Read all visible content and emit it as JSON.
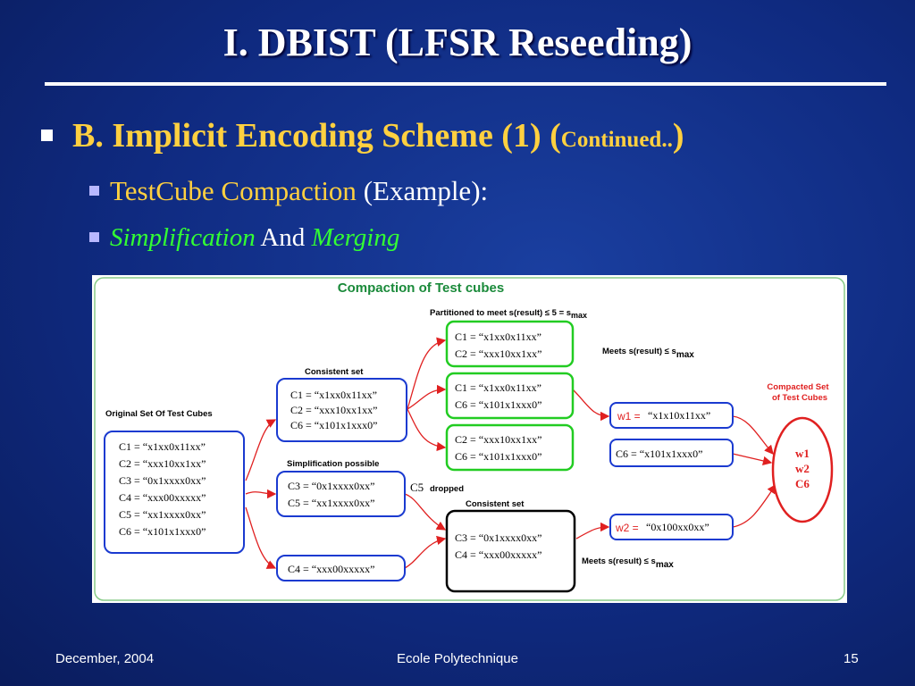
{
  "slide": {
    "title": "I. DBIST (LFSR Reseeding)",
    "bullet1_main": "B. Implicit Encoding Scheme (1) (",
    "bullet1_small": "Continued..",
    "bullet1_close": ")",
    "sub1_a": "TestCube Compaction",
    "sub1_b": " (Example):",
    "sub2_a": "Simplification",
    "sub2_b": " And ",
    "sub2_c": "Merging"
  },
  "diagram": {
    "title": "Compaction of Test cubes",
    "label_original": "Original Set Of Test Cubes",
    "label_consistent_1": "Consistent set",
    "label_simplification": "Simplification possible",
    "label_consistent_2": "Consistent set",
    "label_partitioned": "Partitioned to meet s(result) ≤ 5 = s",
    "label_partitioned_sub": "max",
    "label_meets_1": "Meets s(result) ≤ s",
    "label_meets_1_sub": "max",
    "label_meets_2": "Meets s(result) ≤ s",
    "label_meets_2_sub": "max",
    "label_c5_dropped": "C5",
    "label_dropped": "dropped",
    "label_compacted_1": "Compacted Set",
    "label_compacted_2": "of Test Cubes",
    "original": [
      "C1 = “x1xx0x11xx”",
      "C2 = “xxx10xx1xx”",
      "C3 = “0x1xxxx0xx”",
      "C4 = “xxx00xxxxx”",
      "C5 = “xx1xxxx0xx”",
      "C6 = “x101x1xxx0”"
    ],
    "consistent_1": [
      "C1 = “x1xx0x11xx”",
      "C2 = “xxx10xx1xx”",
      "C6 = “x101x1xxx0”"
    ],
    "simplification": [
      "C3 = “0x1xxxx0xx”",
      "C5 = “xx1xxxx0xx”"
    ],
    "c4_box": "C4 = “xxx00xxxxx”",
    "consistent_2": [
      "C3 = “0x1xxxx0xx”",
      "C4 = “xxx00xxxxx”"
    ],
    "partition_1": [
      "C1 = “x1xx0x11xx”",
      "C2 = “xxx10xx1xx”"
    ],
    "partition_2": [
      "C1 = “x1xx0x11xx”",
      "C6 = “x101x1xxx0”"
    ],
    "partition_3": [
      "C2 = “xxx10xx1xx”",
      "C6 = “x101x1xxx0”"
    ],
    "w1_label": "w1",
    "w1_value": "“x1x10x11xx”",
    "c6_final": "C6 = “x101x1xxx0”",
    "w2_label": "w2",
    "w2_value": "“0x100xx0xx”",
    "compacted": [
      "w1",
      "w2",
      "C6"
    ]
  },
  "footer": {
    "date": "December, 2004",
    "institution": "Ecole Polytechnique",
    "page": "15"
  },
  "colors": {
    "background": "#0f2a80",
    "heading_yellow": "#ffd040",
    "green_italic": "#33ff33",
    "box_blue": "#1a3ad0",
    "box_green": "#22cc22",
    "red": "#e02020"
  }
}
